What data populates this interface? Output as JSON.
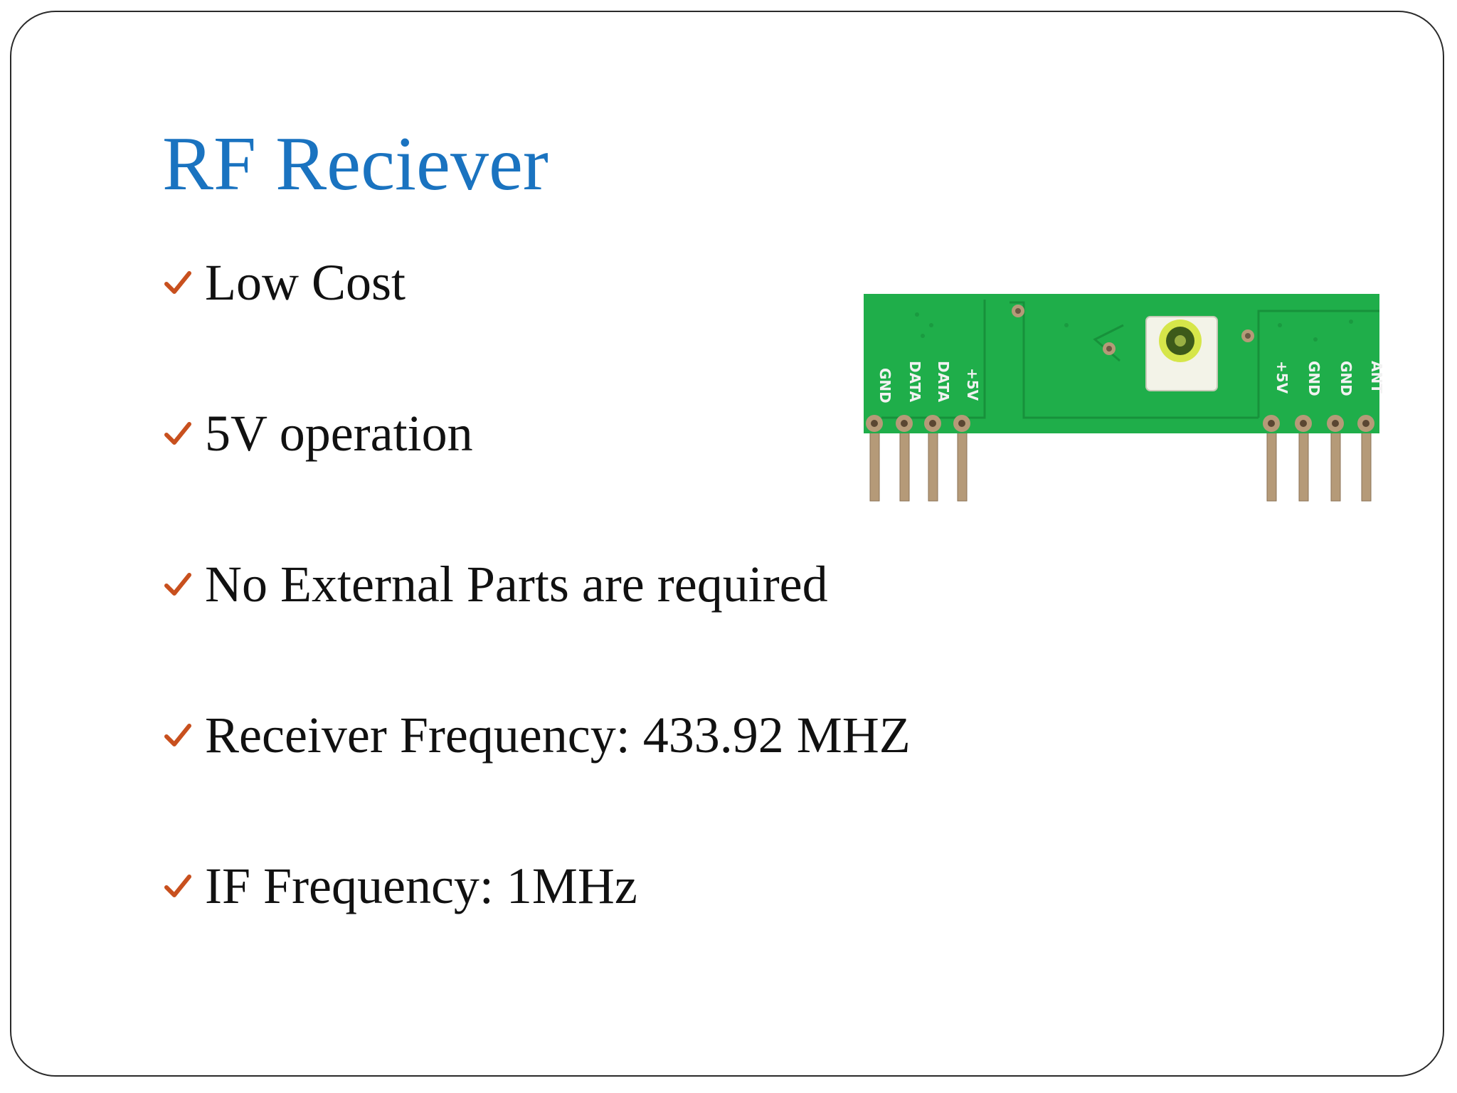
{
  "slide": {
    "title": "RF Reciever",
    "bullets": [
      {
        "text": "Low Cost",
        "icon": "checkmark-icon"
      },
      {
        "text": "5V operation",
        "icon": "checkmark-icon"
      },
      {
        "text": "No External Parts are required",
        "icon": "checkmark-icon"
      },
      {
        "text": "Receiver Frequency: 433.92 MHZ",
        "icon": "checkmark-icon"
      },
      {
        "text": "IF Frequency: 1MHz",
        "icon": "checkmark-icon"
      }
    ]
  },
  "image": {
    "left_pins": [
      "GND",
      "DATA",
      "DATA",
      "+5V"
    ],
    "right_pins": [
      "+5V",
      "GND",
      "GND",
      "ANT"
    ]
  },
  "colors": {
    "title": "#1a73c0",
    "check": "#c8501e",
    "pcb": "#1fae4a",
    "pin": "#b59a78"
  }
}
